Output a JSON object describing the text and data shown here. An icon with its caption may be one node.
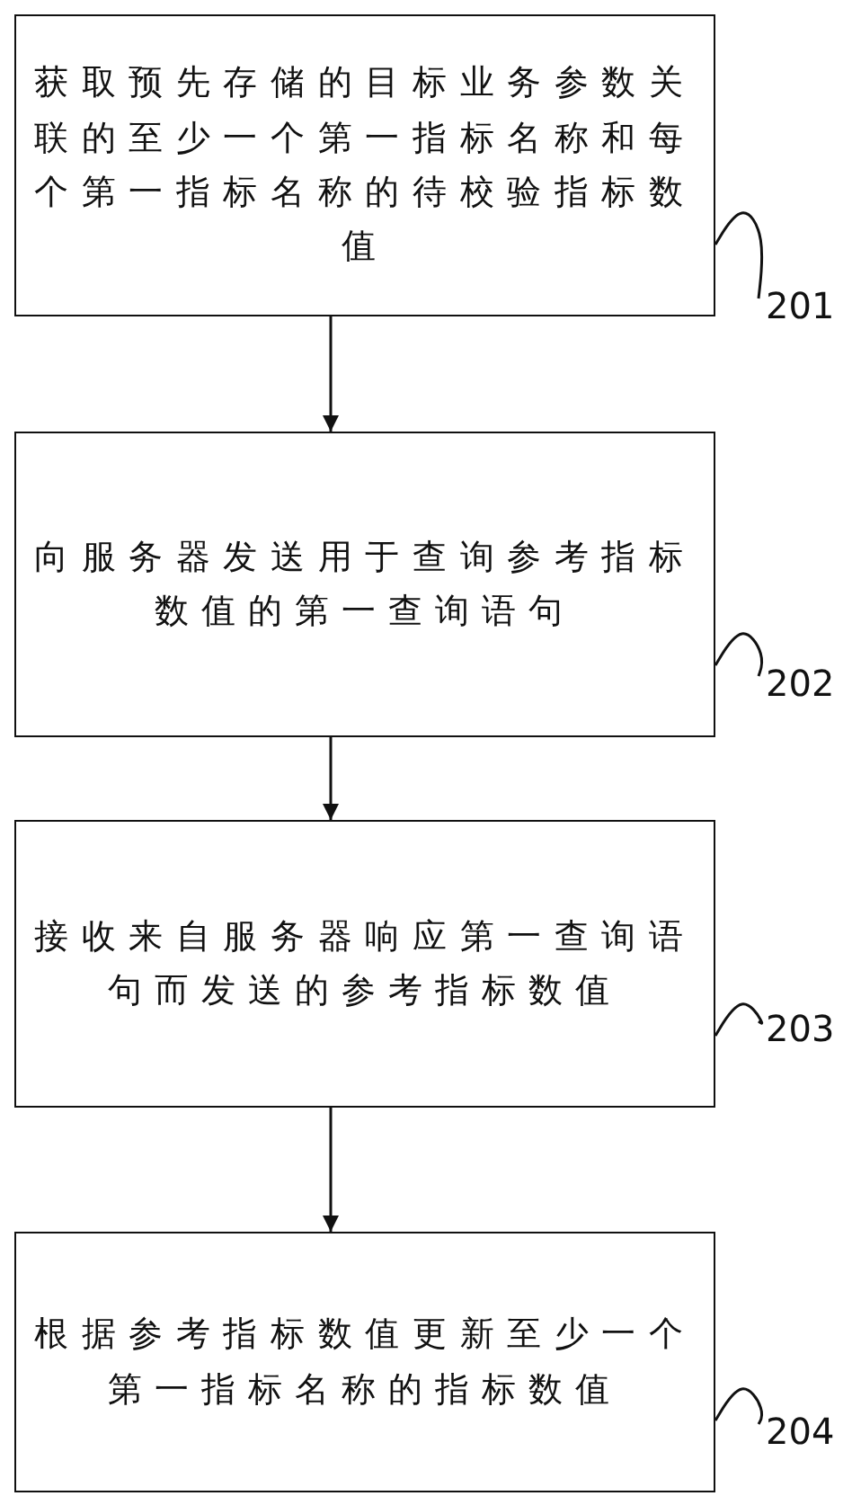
{
  "diagram": {
    "nodes": [
      {
        "text": [
          "获取预先存储的目标业务参数关联的至少一个第一指标名称和每个第一指标名称的待校验指标数值"
        ]
      },
      {
        "text": [
          "201"
        ]
      },
      {
        "text": [
          "向服务器发送用于查询参考指标数值的第一查询语句"
        ]
      },
      {
        "text": [
          "202"
        ]
      },
      {
        "text": [
          "接收来自服务器响应第一查询语句而发送的参考指标数值"
        ]
      },
      {
        "text": [
          "203"
        ]
      },
      {
        "text": [
          "根据参考指标数值更新至少一个第一指标名称的指标数值"
        ]
      },
      {
        "text": [
          "204"
        ]
      }
    ],
    "edges": [
      {
        "from": 0,
        "to": 2,
        "arrow": "to"
      },
      {
        "from": 2,
        "to": 4,
        "arrow": "to"
      },
      {
        "from": 4,
        "to": 6,
        "arrow": "to"
      },
      {
        "from": 1,
        "to": 0,
        "arrow": "none"
      },
      {
        "from": 3,
        "to": 2,
        "arrow": "none"
      },
      {
        "from": 5,
        "to": 4,
        "arrow": "none"
      },
      {
        "from": 7,
        "to": 6,
        "arrow": "none"
      }
    ]
  }
}
